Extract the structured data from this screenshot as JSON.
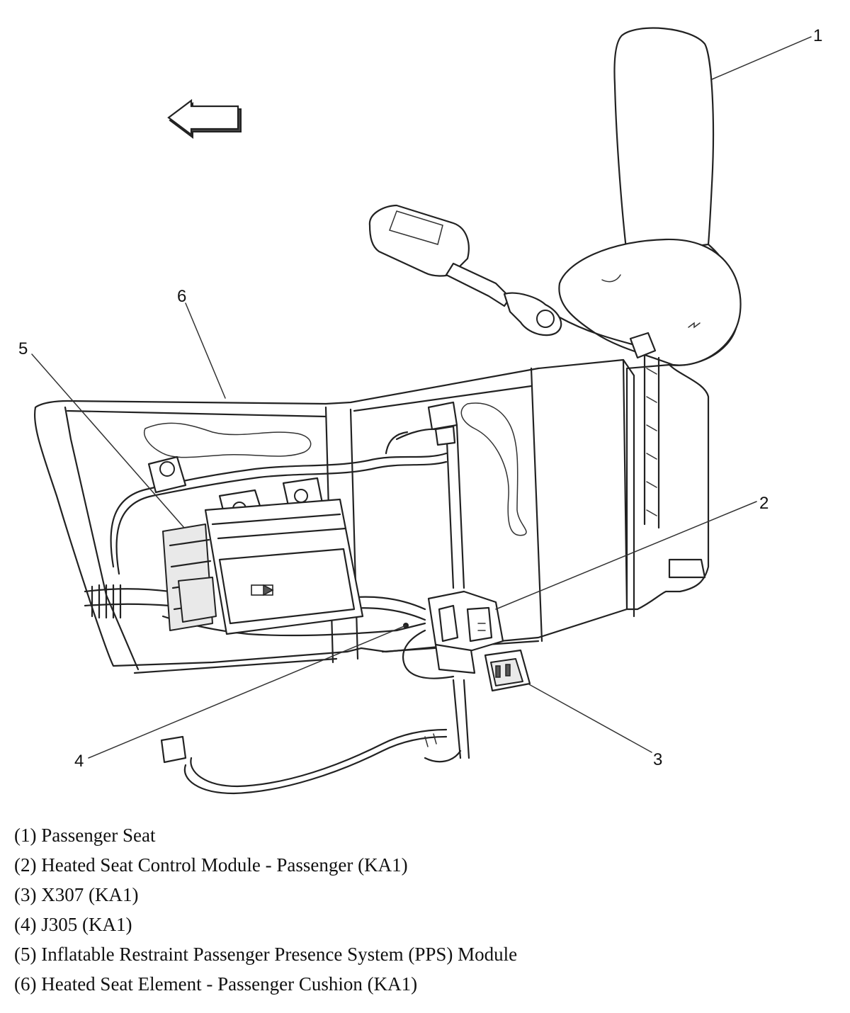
{
  "callouts": [
    {
      "id": "1",
      "label": "1"
    },
    {
      "id": "2",
      "label": "2"
    },
    {
      "id": "3",
      "label": "3"
    },
    {
      "id": "4",
      "label": "4"
    },
    {
      "id": "5",
      "label": "5"
    },
    {
      "id": "6",
      "label": "6"
    }
  ],
  "legend": [
    "(1) Passenger Seat",
    "(2) Heated Seat Control Module - Passenger (KA1)",
    "(3) X307 (KA1)",
    "(4) J305 (KA1)",
    "(5) Inflatable Restraint Passenger Presence System (PPS) Module",
    "(6) Heated Seat Element - Passenger Cushion (KA1)"
  ]
}
